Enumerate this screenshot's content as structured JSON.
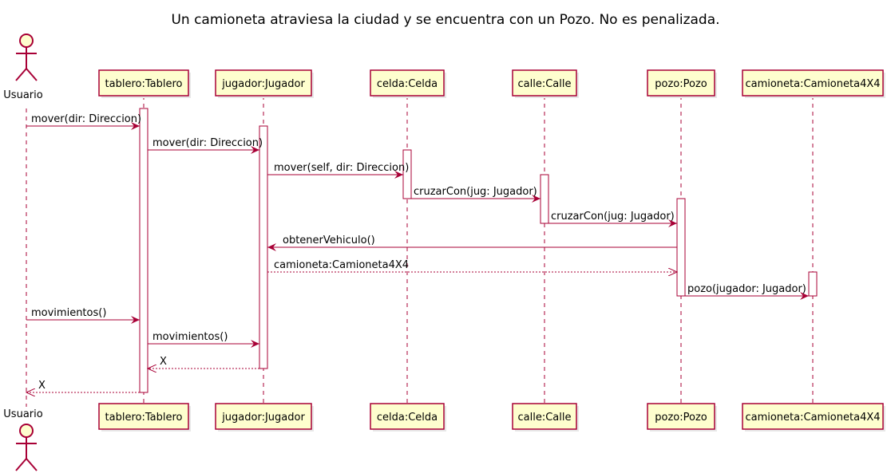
{
  "diagram": {
    "title": "Un camioneta atraviesa la ciudad y se encuentra con un Pozo. No es penalizada.",
    "actor": {
      "id": "usuario",
      "label": "Usuario"
    },
    "participants": [
      {
        "id": "tablero",
        "label": "tablero:Tablero"
      },
      {
        "id": "jugador",
        "label": "jugador:Jugador"
      },
      {
        "id": "celda",
        "label": "celda:Celda"
      },
      {
        "id": "calle",
        "label": "calle:Calle"
      },
      {
        "id": "pozo",
        "label": "pozo:Pozo"
      },
      {
        "id": "camioneta",
        "label": "camioneta:Camioneta4X4"
      }
    ],
    "messages": [
      {
        "from": "usuario",
        "to": "tablero",
        "label": "mover(dir: Direccion)",
        "kind": "call"
      },
      {
        "from": "tablero",
        "to": "jugador",
        "label": "mover(dir: Direccion)",
        "kind": "call"
      },
      {
        "from": "jugador",
        "to": "celda",
        "label": "mover(self, dir: Direccion)",
        "kind": "call"
      },
      {
        "from": "celda",
        "to": "calle",
        "label": "cruzarCon(jug: Jugador)",
        "kind": "call"
      },
      {
        "from": "calle",
        "to": "pozo",
        "label": "cruzarCon(jug: Jugador)",
        "kind": "call"
      },
      {
        "from": "pozo",
        "to": "jugador",
        "label": "obtenerVehiculo()",
        "kind": "call"
      },
      {
        "from": "jugador",
        "to": "pozo",
        "label": "camioneta:Camioneta4X4",
        "kind": "return"
      },
      {
        "from": "pozo",
        "to": "camioneta",
        "label": "pozo(jugador: Jugador)",
        "kind": "call"
      },
      {
        "from": "usuario",
        "to": "tablero",
        "label": "movimientos()",
        "kind": "call"
      },
      {
        "from": "tablero",
        "to": "jugador",
        "label": "movimientos()",
        "kind": "call"
      },
      {
        "from": "jugador",
        "to": "tablero",
        "label": "X",
        "kind": "return"
      },
      {
        "from": "tablero",
        "to": "usuario",
        "label": "X",
        "kind": "return"
      }
    ],
    "colors": {
      "box_fill": "#FEFECE",
      "box_border": "#A80036",
      "arrow": "#A80036",
      "lifeline": "#A80036",
      "activation_fill": "#ffffff"
    }
  }
}
